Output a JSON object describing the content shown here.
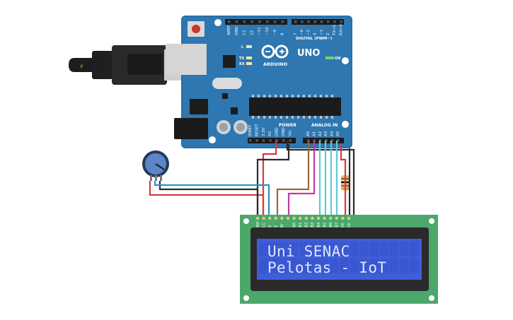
{
  "board": {
    "model": "UNO",
    "brand": "ARDUINO",
    "digital_label": "DIGITAL (PWM~)",
    "power_label": "POWER",
    "analog_label": "ANALOG IN",
    "on_label": "ON",
    "led_l": "L",
    "led_tx": "TX",
    "led_rx": "RX",
    "digital_pins": [
      "AREF",
      "GND",
      "13",
      "12",
      "~11",
      "~10",
      "~9",
      "8",
      "7",
      "~6",
      "~5",
      "4",
      "~3",
      "2",
      "TX→1",
      "RX←0"
    ],
    "power_pins": [
      "IOREF",
      "RESET",
      "3.3V",
      "5V",
      "GND",
      "GND",
      "Vin"
    ],
    "analog_pins": [
      "A0",
      "A1",
      "A2",
      "A3",
      "A4",
      "A5"
    ]
  },
  "lcd": {
    "line1": "Uni SENAC",
    "line2": "Pelotas - IoT",
    "pins": [
      "GND",
      "VCC",
      "V0",
      "RS",
      "RW",
      "E",
      "DB0",
      "DB1",
      "DB2",
      "DB3",
      "DB4",
      "DB5",
      "DB6",
      "DB7",
      "LED",
      "LED"
    ]
  },
  "colors": {
    "board": "#2a6fa6",
    "lcd_pcb": "#4ca86a",
    "lcd_screen": "#3f5fd9",
    "wire_red": "#d83a3a",
    "wire_black": "#2b2b2b",
    "wire_cyan": "#5ec8d8",
    "wire_blue": "#2a93c8",
    "wire_brown": "#9a6a3a",
    "wire_magenta": "#c03aa0"
  }
}
